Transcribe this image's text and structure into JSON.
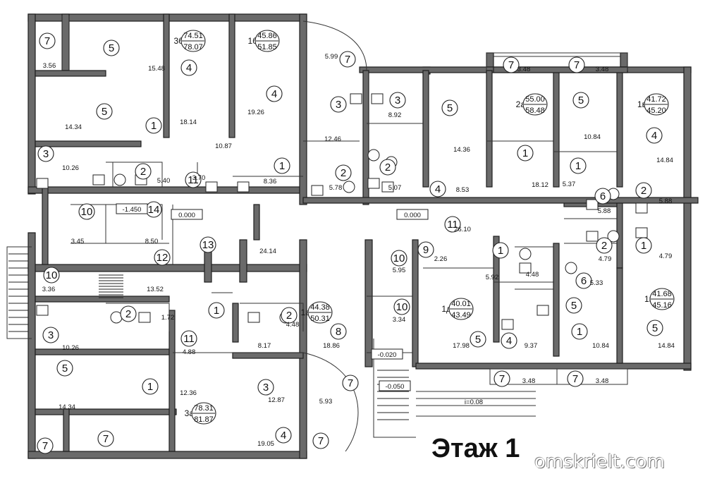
{
  "floor_title": "Этаж 1",
  "watermark": "omskrielt.com",
  "apartments": [
    {
      "code": "3б",
      "areas": [
        "74.51",
        "78.07"
      ]
    },
    {
      "code": "1б",
      "areas": [
        "45.86",
        "51.85"
      ]
    },
    {
      "code": "2а",
      "areas": [
        "55.00",
        "58.48"
      ]
    },
    {
      "code": "1в",
      "areas": [
        "41.72",
        "45.20"
      ]
    },
    {
      "code": "1а",
      "areas": [
        "44.38",
        "50.31"
      ]
    },
    {
      "code": "1д",
      "areas": [
        "40.01",
        "43.49"
      ]
    },
    {
      "code": "1г",
      "areas": [
        "41.68",
        "45.16"
      ]
    },
    {
      "code": "3а",
      "areas": [
        "78.31",
        "81.87"
      ]
    }
  ],
  "room_numbers": [
    "7",
    "5",
    "4",
    "4",
    "5",
    "1",
    "3",
    "2",
    "11",
    "1",
    "3",
    "3",
    "2",
    "2",
    "5",
    "4",
    "1",
    "5",
    "1",
    "4",
    "2",
    "6",
    "1",
    "2",
    "6",
    "10",
    "14",
    "13",
    "12",
    "10",
    "11",
    "10",
    "9",
    "1",
    "10",
    "1",
    "8",
    "2",
    "2",
    "3",
    "11",
    "1",
    "5",
    "3",
    "5",
    "4",
    "5",
    "1",
    "5",
    "4",
    "7",
    "7",
    "7",
    "7",
    "7",
    "7",
    "7",
    "7",
    "7"
  ],
  "room_areas": [
    "3.56",
    "15.48",
    "14.34",
    "18.14",
    "19.26",
    "10.87",
    "10.26",
    "5.40",
    "3.70",
    "8.36",
    "12.46",
    "8.92",
    "5.78",
    "5.07",
    "14.36",
    "8.53",
    "18.12",
    "10.84",
    "5.37",
    "14.84",
    "5.88",
    "5.88",
    "4.79",
    "4.79",
    "5.33",
    "5.99",
    "3.45",
    "8.50",
    "3.36",
    "13.52",
    "24.14",
    "26.10",
    "2.26",
    "5.95",
    "3.34",
    "5.92",
    "4.48",
    "17.98",
    "9.37",
    "10.84",
    "14.84",
    "1.72",
    "10.26",
    "4.88",
    "8.17",
    "4.48",
    "18.86",
    "14.34",
    "12.36",
    "12.87",
    "5.93",
    "19.05",
    "3.48",
    "3.48",
    "3.48",
    "3.48"
  ],
  "level_marks": [
    "-1.450",
    "0.000",
    "0.000",
    "-0.020",
    "-0.050"
  ],
  "slope_label": "i=0.08"
}
